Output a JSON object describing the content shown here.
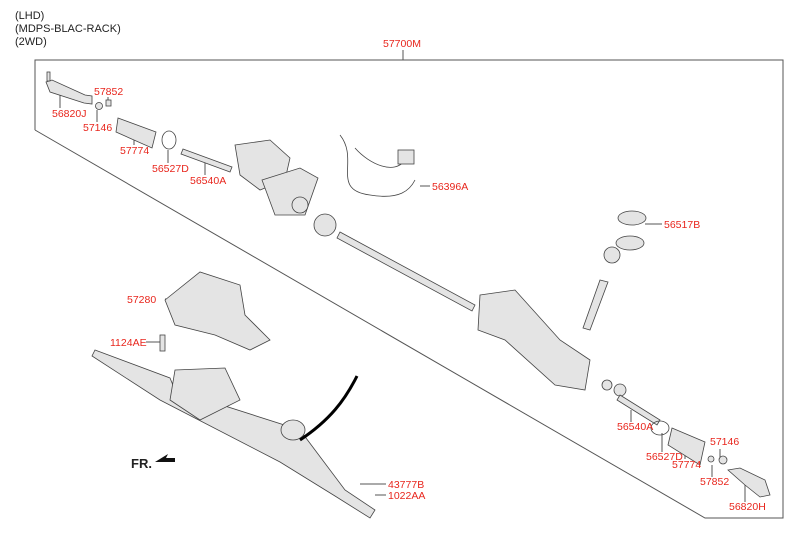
{
  "header": {
    "lines": [
      "(LHD)",
      "(MDPS-BLAC-RACK)",
      "(2WD)"
    ]
  },
  "assembly_label": "57700M",
  "parts": [
    {
      "id": "p-57852-l",
      "label": "57852"
    },
    {
      "id": "p-56820J",
      "label": "56820J"
    },
    {
      "id": "p-57146-l",
      "label": "57146"
    },
    {
      "id": "p-57774-l",
      "label": "57774"
    },
    {
      "id": "p-56527D-l",
      "label": "56527D"
    },
    {
      "id": "p-56540A-l",
      "label": "56540A"
    },
    {
      "id": "p-56396A",
      "label": "56396A"
    },
    {
      "id": "p-56517B",
      "label": "56517B"
    },
    {
      "id": "p-57280",
      "label": "57280"
    },
    {
      "id": "p-1124AE",
      "label": "1124AE"
    },
    {
      "id": "p-43777B",
      "label": "43777B"
    },
    {
      "id": "p-1022AA",
      "label": "1022AA"
    },
    {
      "id": "p-56540A-r",
      "label": "56540A"
    },
    {
      "id": "p-56527D-r",
      "label": "56527D"
    },
    {
      "id": "p-57146-r",
      "label": "57146"
    },
    {
      "id": "p-57774-r",
      "label": "57774"
    },
    {
      "id": "p-57852-r",
      "label": "57852"
    },
    {
      "id": "p-56820H",
      "label": "56820H"
    }
  ],
  "direction_label": "FR.",
  "colors": {
    "label": "#e8261d",
    "line": "#555555",
    "part": "#bdbdbd"
  }
}
